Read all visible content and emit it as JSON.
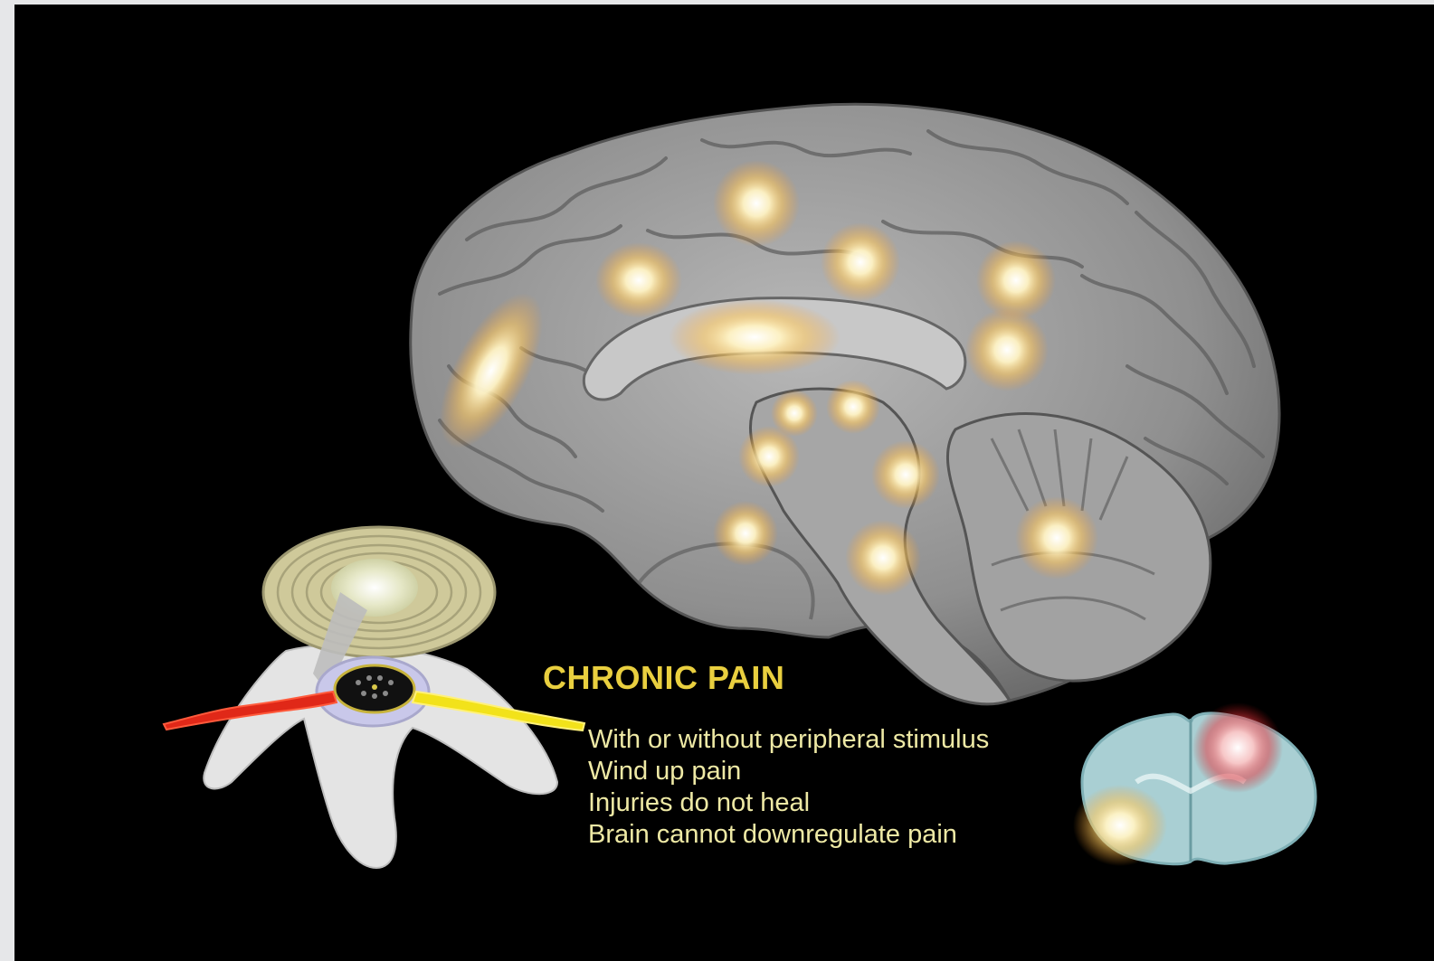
{
  "slide": {
    "title": "CHRONIC PAIN",
    "bullets": [
      "With or without peripheral stimulus",
      "Wind up pain",
      "Injuries do not heal",
      "Brain cannot downregulate pain"
    ]
  },
  "colors": {
    "background": "#000000",
    "frame": "#e6e7e9",
    "title": "#e9cf3f",
    "bullet_text": "#eee9a5",
    "brain": "#9a9a9a",
    "glow": "#ffd27a",
    "nerve_red": "#e02818",
    "nerve_yellow": "#f2e21a",
    "spinal_section": "#a9cfd3"
  },
  "illustrations": [
    "brain-sagittal-section",
    "vertebra-with-nerve-roots",
    "spinal-cord-cross-section"
  ]
}
